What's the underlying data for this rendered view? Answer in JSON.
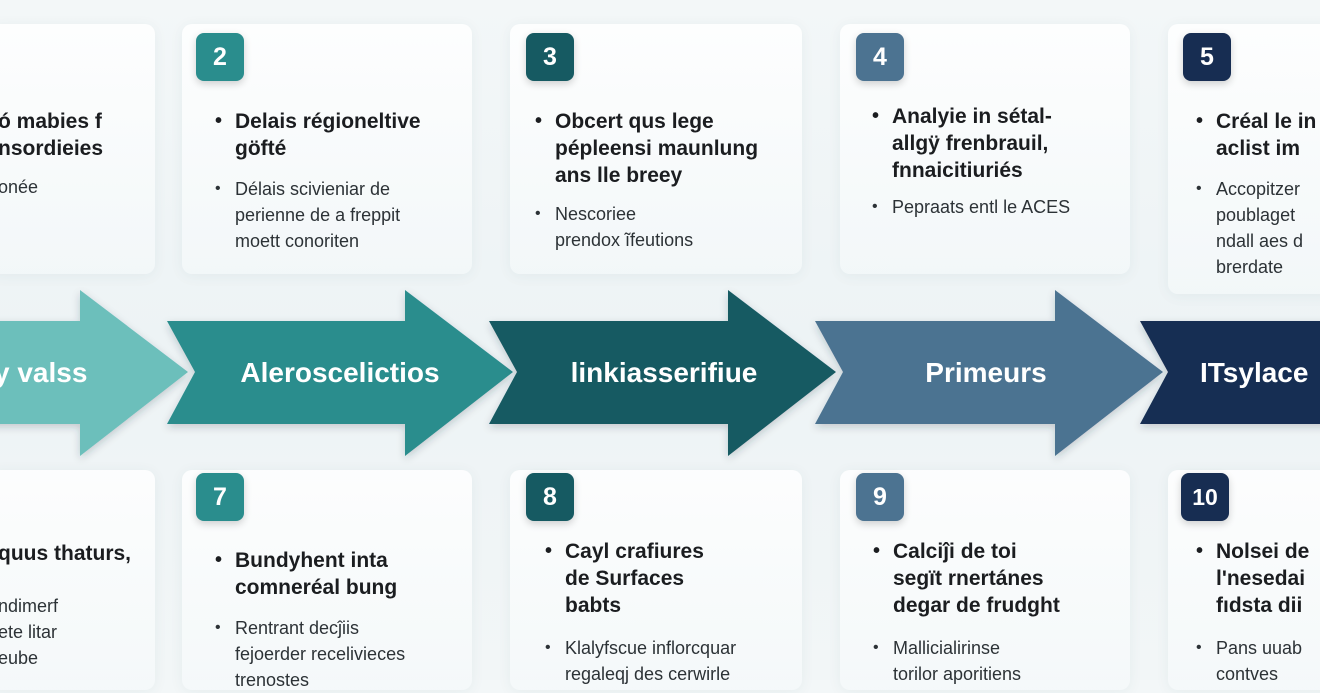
{
  "colors": {
    "teal_light": "#6cbfbb",
    "teal": "#2a8d8d",
    "teal_dark": "#165a62",
    "slate_blue": "#4c7391",
    "navy": "#172d52"
  },
  "steps": [
    {
      "number": "",
      "heading": [
        "ó mabies f",
        "nsordieies"
      ],
      "sub": [
        "onée"
      ],
      "heading_bullet": false,
      "sub_bullet": false
    },
    {
      "number": "2",
      "heading": [
        "Delais régioneltive",
        "göfté"
      ],
      "sub": [
        "Délais scivieniar de",
        "perienne de a freppit",
        "moett conoriten"
      ],
      "heading_bullet": true,
      "sub_bullet": true
    },
    {
      "number": "3",
      "heading": [
        "Obcert qus  lege",
        "pépleensi maunlung",
        "ans lle breey"
      ],
      "sub": [
        "Nescoriee",
        "prendox ĩfeutions"
      ],
      "heading_bullet": true,
      "sub_bullet": true
    },
    {
      "number": "4",
      "heading": [
        "Analyie in sétal-",
        "allgÿ frenbrauil,",
        "fnnaicitiuriés"
      ],
      "sub": [
        "Pepraats entl le ACES"
      ],
      "heading_bullet": true,
      "sub_bullet": true
    },
    {
      "number": "5",
      "heading": [
        "Créal le in",
        "aclist im"
      ],
      "sub": [
        "Accopitzer",
        "poublaget",
        "ndall aes d",
        "brerdate"
      ],
      "heading_bullet": true,
      "sub_bullet": true
    }
  ],
  "arrows": [
    {
      "label": "y valss"
    },
    {
      "label": "Aleroscelictios"
    },
    {
      "label": "linkiasserifiue"
    },
    {
      "label": "Primeurs"
    },
    {
      "label": "ITsylace"
    }
  ],
  "bottom_steps": [
    {
      "number": "",
      "heading": [
        "quus thaturs,"
      ],
      "sub": [
        "ndimerf",
        "ete litar",
        "eube"
      ],
      "heading_bullet": false,
      "sub_bullet": false
    },
    {
      "number": "7",
      "heading": [
        "Bundyhent inta",
        "comneréal bung"
      ],
      "sub": [
        "Rentrant decĵiis",
        "fejoerder recelivieces",
        "trenostes"
      ],
      "heading_bullet": true,
      "sub_bullet": true
    },
    {
      "number": "8",
      "heading": [
        "Cayl crafiures",
        "de Surfaces",
        "babts"
      ],
      "sub": [
        "Klalyfscue inflorcquar",
        "regaleqj des cerwirle"
      ],
      "heading_bullet": true,
      "sub_bullet": true
    },
    {
      "number": "9",
      "heading": [
        "Calciĵi de toi",
        "segït rnertánes",
        "degar de frudght"
      ],
      "sub": [
        "Mallicialirinse",
        "torilor aporitiens"
      ],
      "heading_bullet": true,
      "sub_bullet": true
    },
    {
      "number": "10",
      "heading": [
        "Nolsei de",
        "l'nesedai",
        "fıdsta dii"
      ],
      "sub": [
        "Pans uuab",
        "contves"
      ],
      "heading_bullet": true,
      "sub_bullet": true
    }
  ]
}
